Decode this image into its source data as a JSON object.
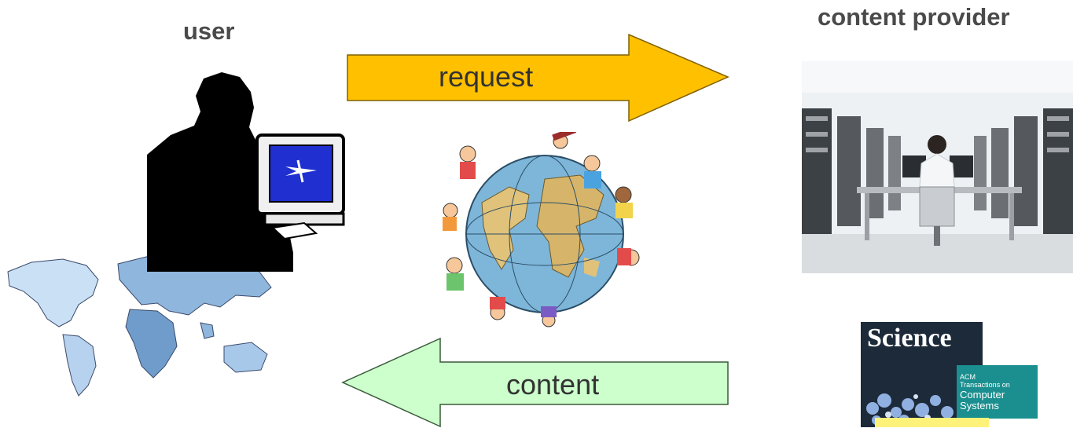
{
  "labels": {
    "user": "user",
    "provider": "content provider",
    "request": "request",
    "content": "content"
  },
  "icons": {
    "user_silhouette": "user-at-computer-icon",
    "world_map": "world-map-icon",
    "globe": "globe-with-people-icon",
    "server_room": "server-room-photo",
    "journals": "journal-covers-icon"
  },
  "journals": {
    "science_title": "Science",
    "acm_line1": "ACM",
    "acm_line2": "Transactions on",
    "acm_line3": "Computer",
    "acm_line4": "Systems"
  },
  "colors": {
    "request_arrow": "#FFC000",
    "content_arrow": "#CCFFCC",
    "label_text": "#4a4a4a"
  }
}
